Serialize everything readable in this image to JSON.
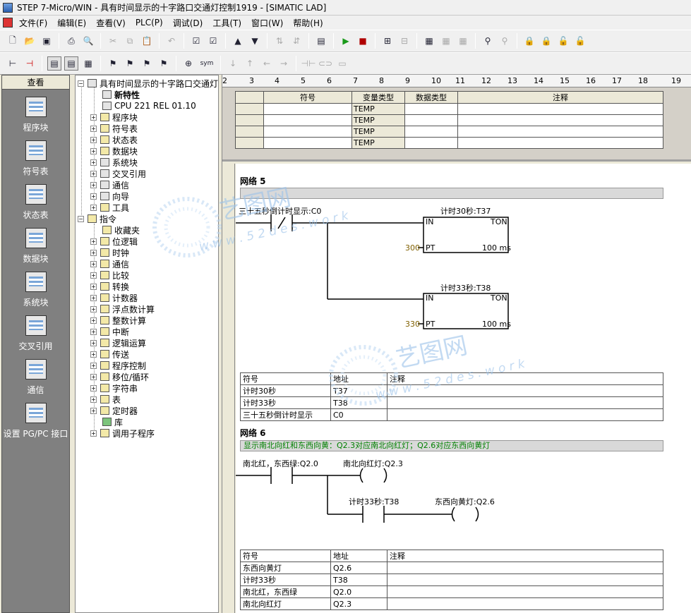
{
  "window": {
    "title": "STEP 7-Micro/WIN - 具有时间显示的十字路口交通灯控制1919 - [SIMATIC LAD]"
  },
  "menu": [
    "文件(F)",
    "编辑(E)",
    "查看(V)",
    "PLC(P)",
    "调试(D)",
    "工具(T)",
    "窗口(W)",
    "帮助(H)"
  ],
  "toolbar2": {
    "sym_label": "sym"
  },
  "navbar": {
    "header": "查看",
    "items": [
      "程序块",
      "符号表",
      "状态表",
      "数据块",
      "系统块",
      "交叉引用",
      "通信",
      "设置 PG/PC 接口"
    ]
  },
  "tree": {
    "project": "具有时间显示的十字路口交通灯",
    "new_features": "新特性",
    "cpu": "CPU 221 REL 01.10",
    "project_items": [
      "程序块",
      "符号表",
      "状态表",
      "数据块",
      "系统块",
      "交叉引用",
      "通信",
      "向导",
      "工具"
    ],
    "instructions": "指令",
    "instruction_items": [
      "收藏夹",
      "位逻辑",
      "时钟",
      "通信",
      "比较",
      "转换",
      "计数器",
      "浮点数计算",
      "整数计算",
      "中断",
      "逻辑运算",
      "传送",
      "程序控制",
      "移位/循环",
      "字符串",
      "表",
      "定时器",
      "库",
      "调用子程序"
    ]
  },
  "ruler": [
    "2",
    "3",
    "4",
    "5",
    "6",
    "7",
    "8",
    "9",
    "10",
    "11",
    "12",
    "13",
    "14",
    "15",
    "16",
    "17",
    "18",
    "19"
  ],
  "var_table": {
    "headers": [
      "符号",
      "变量类型",
      "数据类型",
      "注释"
    ],
    "rows": [
      "TEMP",
      "TEMP",
      "TEMP",
      "TEMP"
    ]
  },
  "network5": {
    "title": "网络 5",
    "contact_label": "三十五秒倒计时显示:C0",
    "timer1_label": "计时30秒:T37",
    "timer2_label": "计时33秒:T38",
    "pin_in": "IN",
    "pin_ton": "TON",
    "pin_pt": "PT",
    "timer1_pt": "300",
    "timer2_pt": "330",
    "resolution": "100 ms",
    "sym_headers": [
      "符号",
      "地址",
      "注释"
    ],
    "sym_rows": [
      {
        "sym": "计时30秒",
        "addr": "T37"
      },
      {
        "sym": "计时33秒",
        "addr": "T38"
      },
      {
        "sym": "三十五秒倒计时显示",
        "addr": "C0"
      }
    ]
  },
  "network6": {
    "title": "网络 6",
    "comment": "显示南北向红和东西向黄：Q2.3对应南北向红灯；Q2.6对应东西向黄灯",
    "contact1_label": "南北红，东西绿:Q2.0",
    "coil1_label": "南北向红灯:Q2.3",
    "contact2_label": "计时33秒:T38",
    "coil2_label": "东西向黄灯:Q2.6",
    "sym_headers": [
      "符号",
      "地址",
      "注释"
    ],
    "sym_rows": [
      {
        "sym": "东西向黄灯",
        "addr": "Q2.6"
      },
      {
        "sym": "计时33秒",
        "addr": "T38"
      },
      {
        "sym": "南北红，东西绿",
        "addr": "Q2.0"
      },
      {
        "sym": "南北向红灯",
        "addr": "Q2.3"
      }
    ]
  },
  "watermark": {
    "brand": "艺图网",
    "url": "w w w . 5 2 d e s . w o r k"
  }
}
